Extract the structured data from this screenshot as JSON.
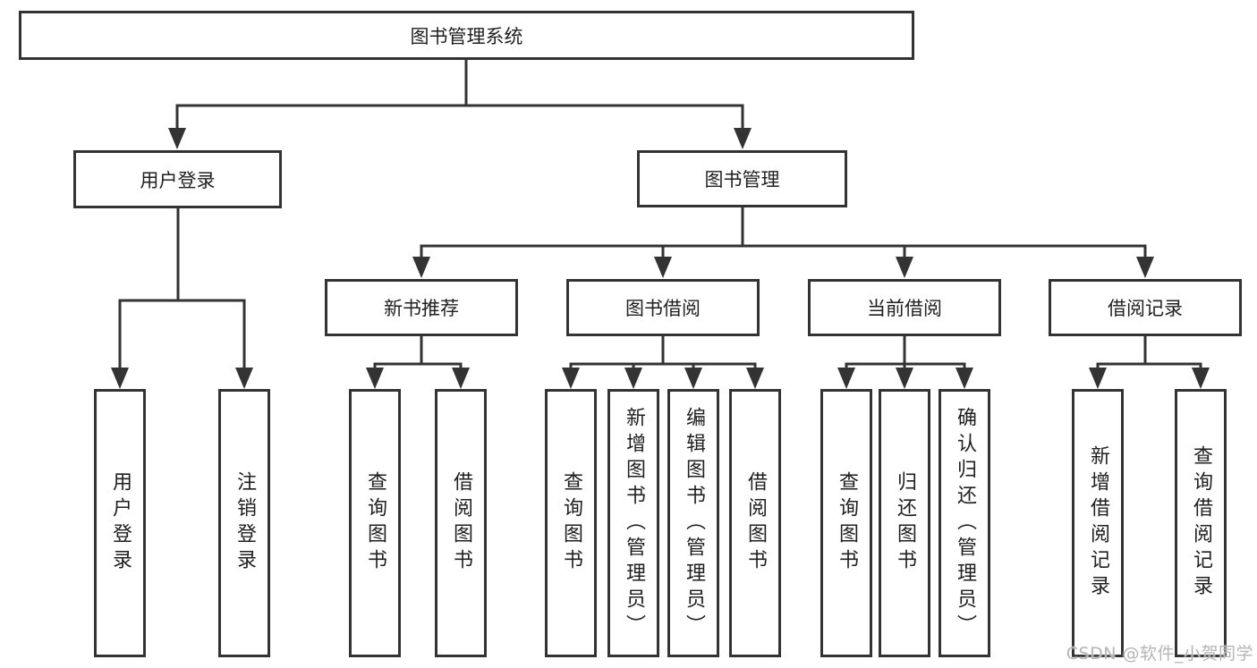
{
  "diagram": {
    "root": "图书管理系统",
    "user": {
      "label": "用户登录",
      "children": [
        "用户登录",
        "注销登录"
      ]
    },
    "books": {
      "label": "图书管理",
      "modules": [
        {
          "label": "新书推荐",
          "children": [
            "查询图书",
            "借阅图书"
          ]
        },
        {
          "label": "图书借阅",
          "children": [
            "查询图书",
            "新增图书（管理员）",
            "编辑图书（管理员）",
            "借阅图书"
          ]
        },
        {
          "label": "当前借阅",
          "children": [
            "查询图书",
            "归还图书",
            "确认归还（管理员）"
          ]
        },
        {
          "label": "借阅记录",
          "children": [
            "新增借阅记录",
            "查询借阅记录"
          ]
        }
      ]
    }
  },
  "watermark": "CSDN @软件_小贺同学",
  "colors": {
    "line": "#333333",
    "border": "#333333",
    "text": "#1f1f1f",
    "watermark": "#b5b5b5",
    "background": "#ffffff"
  }
}
